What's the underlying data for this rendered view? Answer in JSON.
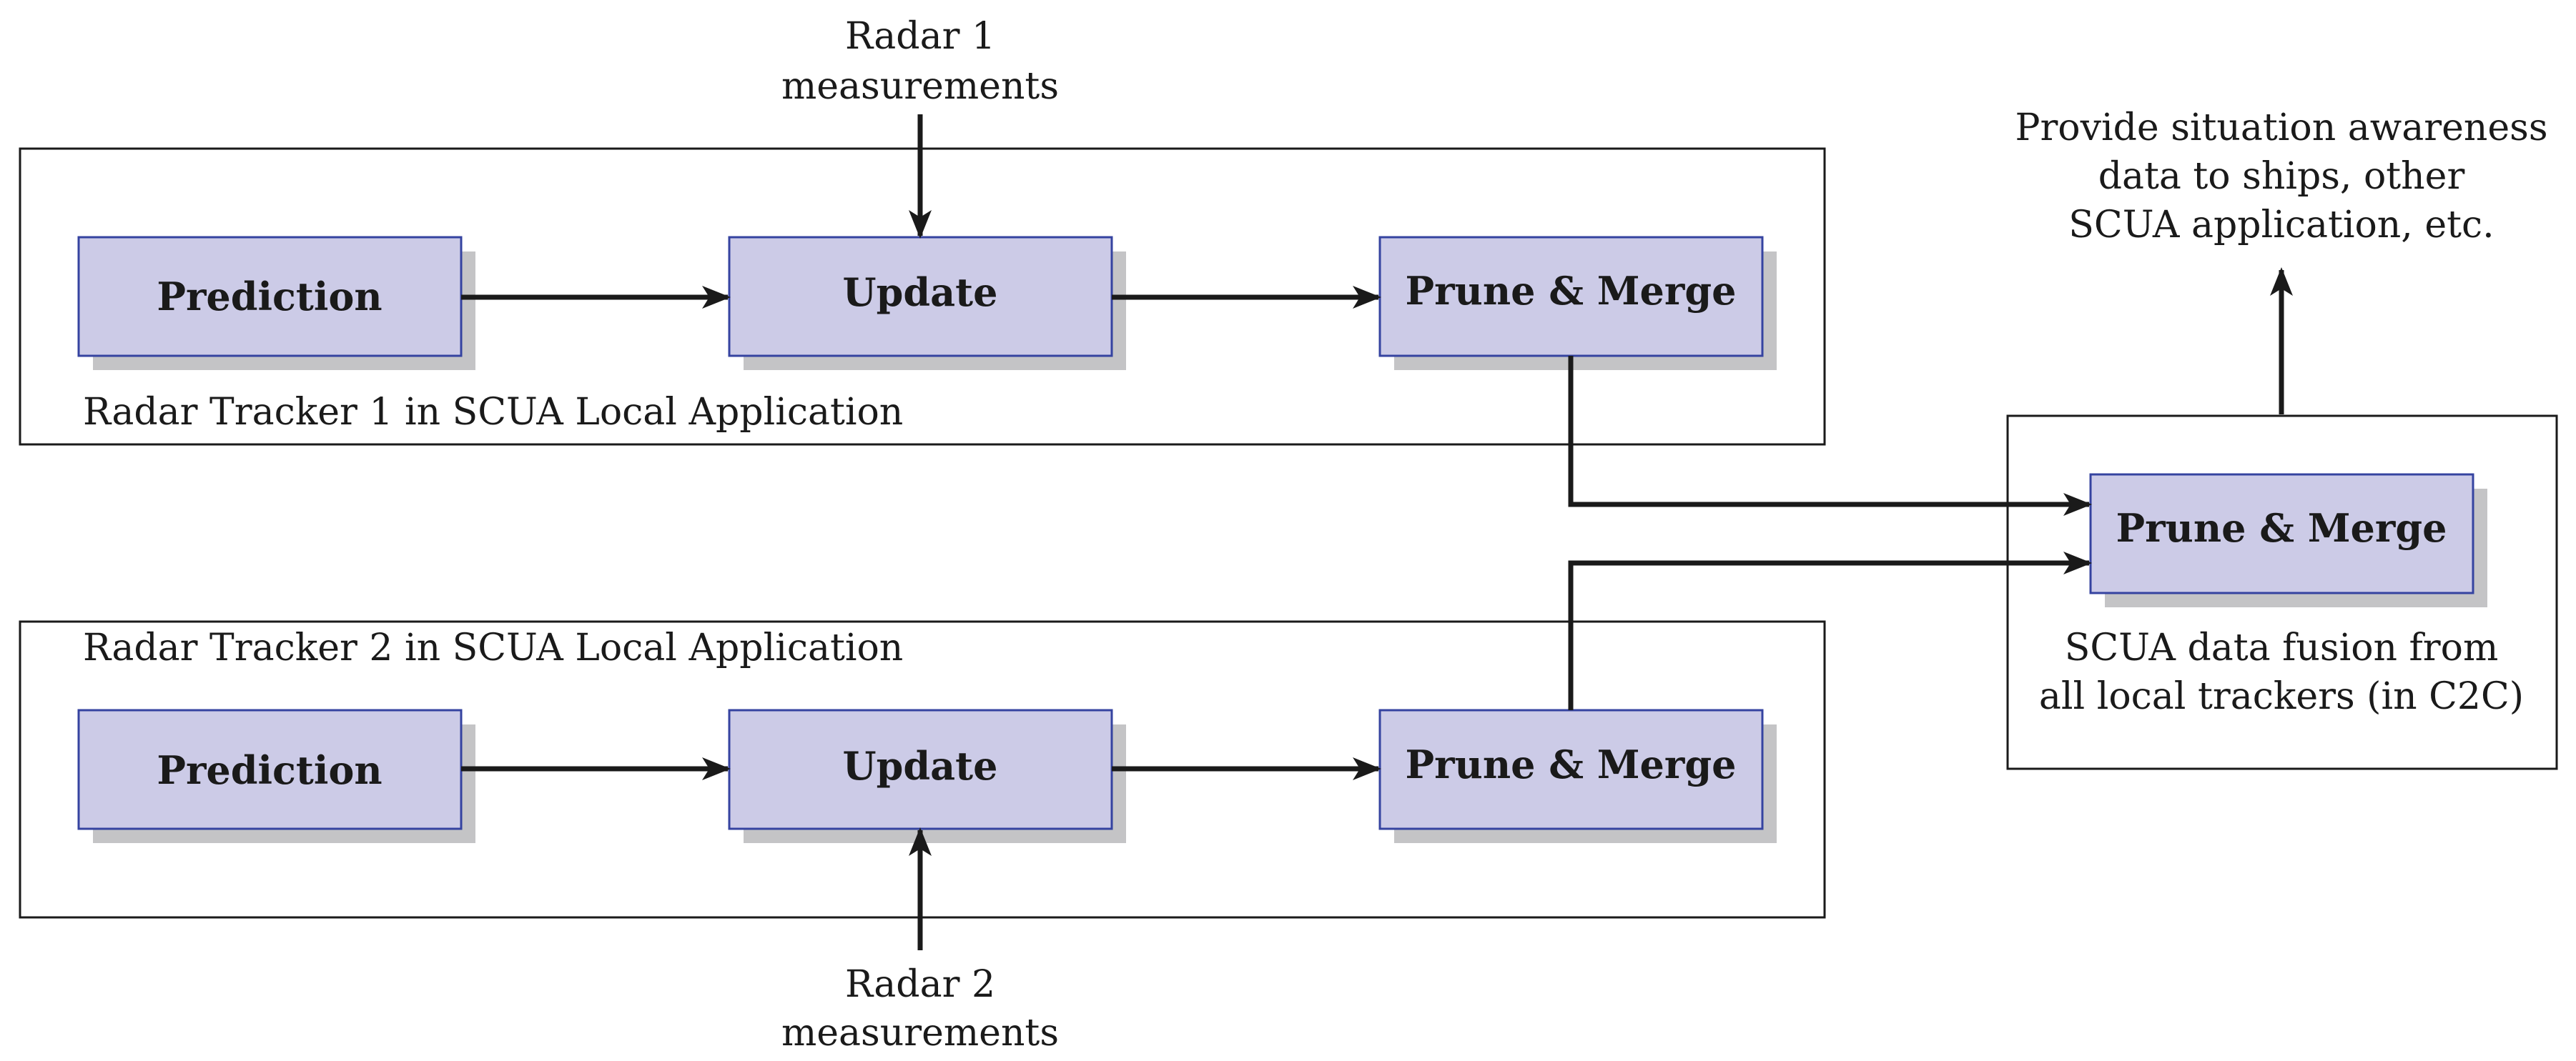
{
  "tracker1": {
    "title": "Radar Tracker 1 in SCUA Local Application",
    "prediction": "Prediction",
    "update": "Update",
    "prune_merge": "Prune & Merge"
  },
  "tracker2": {
    "title": "Radar Tracker 2 in SCUA Local Application",
    "prediction": "Prediction",
    "update": "Update",
    "prune_merge": "Prune & Merge"
  },
  "radar1": {
    "line1": "Radar 1",
    "line2": "measurements"
  },
  "radar2": {
    "line1": "Radar 2",
    "line2": "measurements"
  },
  "fusion": {
    "prune_merge": "Prune & Merge",
    "caption_line1": "SCUA data fusion from",
    "caption_line2": "all local trackers (in C2C)"
  },
  "output": {
    "line1": "Provide situation awareness",
    "line2": "data to ships, other",
    "line3": "SCUA application, etc."
  },
  "colors": {
    "block_fill": "#cccbe7",
    "block_border": "#3543a0",
    "shadow": "#c4c4c6",
    "line": "#1a1a1a"
  }
}
